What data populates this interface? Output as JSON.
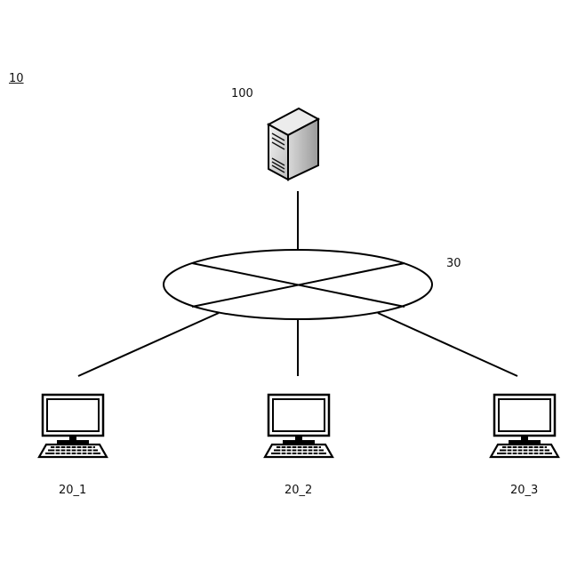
{
  "labels": {
    "system": "10",
    "server": "100",
    "network": "30",
    "terminals": [
      "20_1",
      "20_2",
      "20_3"
    ]
  },
  "nodes": {
    "server": {
      "icon": "server-tower-icon"
    },
    "network": {
      "icon": "network-ellipse-icon"
    },
    "terminals": [
      {
        "icon": "desktop-computer-icon"
      },
      {
        "icon": "desktop-computer-icon"
      },
      {
        "icon": "desktop-computer-icon"
      }
    ]
  },
  "colors": {
    "stroke": "#000000",
    "background": "#ffffff"
  }
}
